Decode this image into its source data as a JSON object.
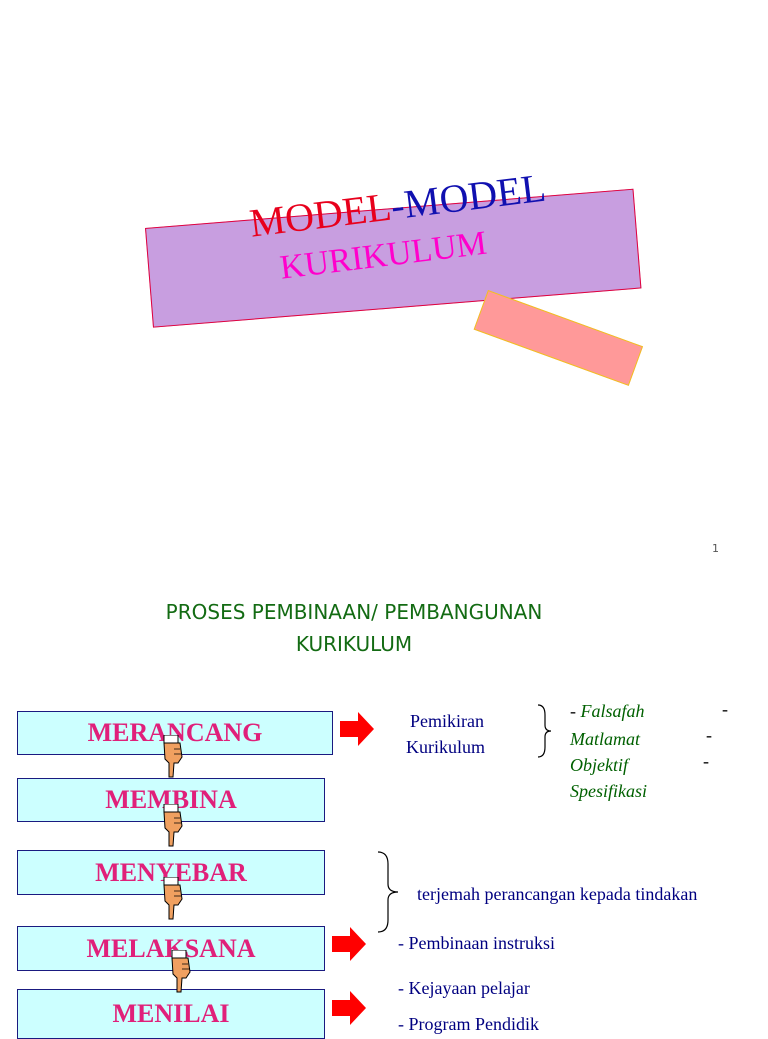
{
  "slide1": {
    "title_part1": "MODEL",
    "title_part2": "-MODEL",
    "title_line2": "KURIKULUM",
    "page_number": "1",
    "colors": {
      "banner": "#c89ee0",
      "red": "#e8001c",
      "blue": "#1010b0",
      "magenta": "#ff00cc",
      "pink_box": "#ff9999"
    }
  },
  "slide2": {
    "title_line1": "PROSES PEMBINAAN/ PEMBANGUNAN",
    "title_line2": "KURIKULUM",
    "steps": [
      "MERANCANG",
      "MEMBINA",
      "MENYEBAR",
      "MELAKSANA",
      "MENILAI"
    ],
    "pemikiran": [
      "Pemikiran",
      "Kurikulum"
    ],
    "list": [
      {
        "dash": "- ",
        "text": "Falsafah",
        "trail": "-"
      },
      {
        "dash": "",
        "text": "Matlamat",
        "trail": "-"
      },
      {
        "dash": "",
        "text": "Objektif",
        "trail": "-"
      },
      {
        "dash": "",
        "text": "Spesifikasi",
        "trail": ""
      }
    ],
    "terjemah": "terjemah perancangan kepada tindakan",
    "pembinaan": "- Pembinaan instruksi",
    "kejayaan": "- Kejayaan  pelajar",
    "program_partial": "- Program Pendidik",
    "icons": {
      "hand": "pointing-hand-icon",
      "arrow": "red-arrow-icon",
      "brace": "curly-brace-icon"
    },
    "colors": {
      "step_bg": "#ccffff",
      "step_text": "#e0207a",
      "title": "#136b13",
      "arrow": "#ff0000"
    }
  }
}
